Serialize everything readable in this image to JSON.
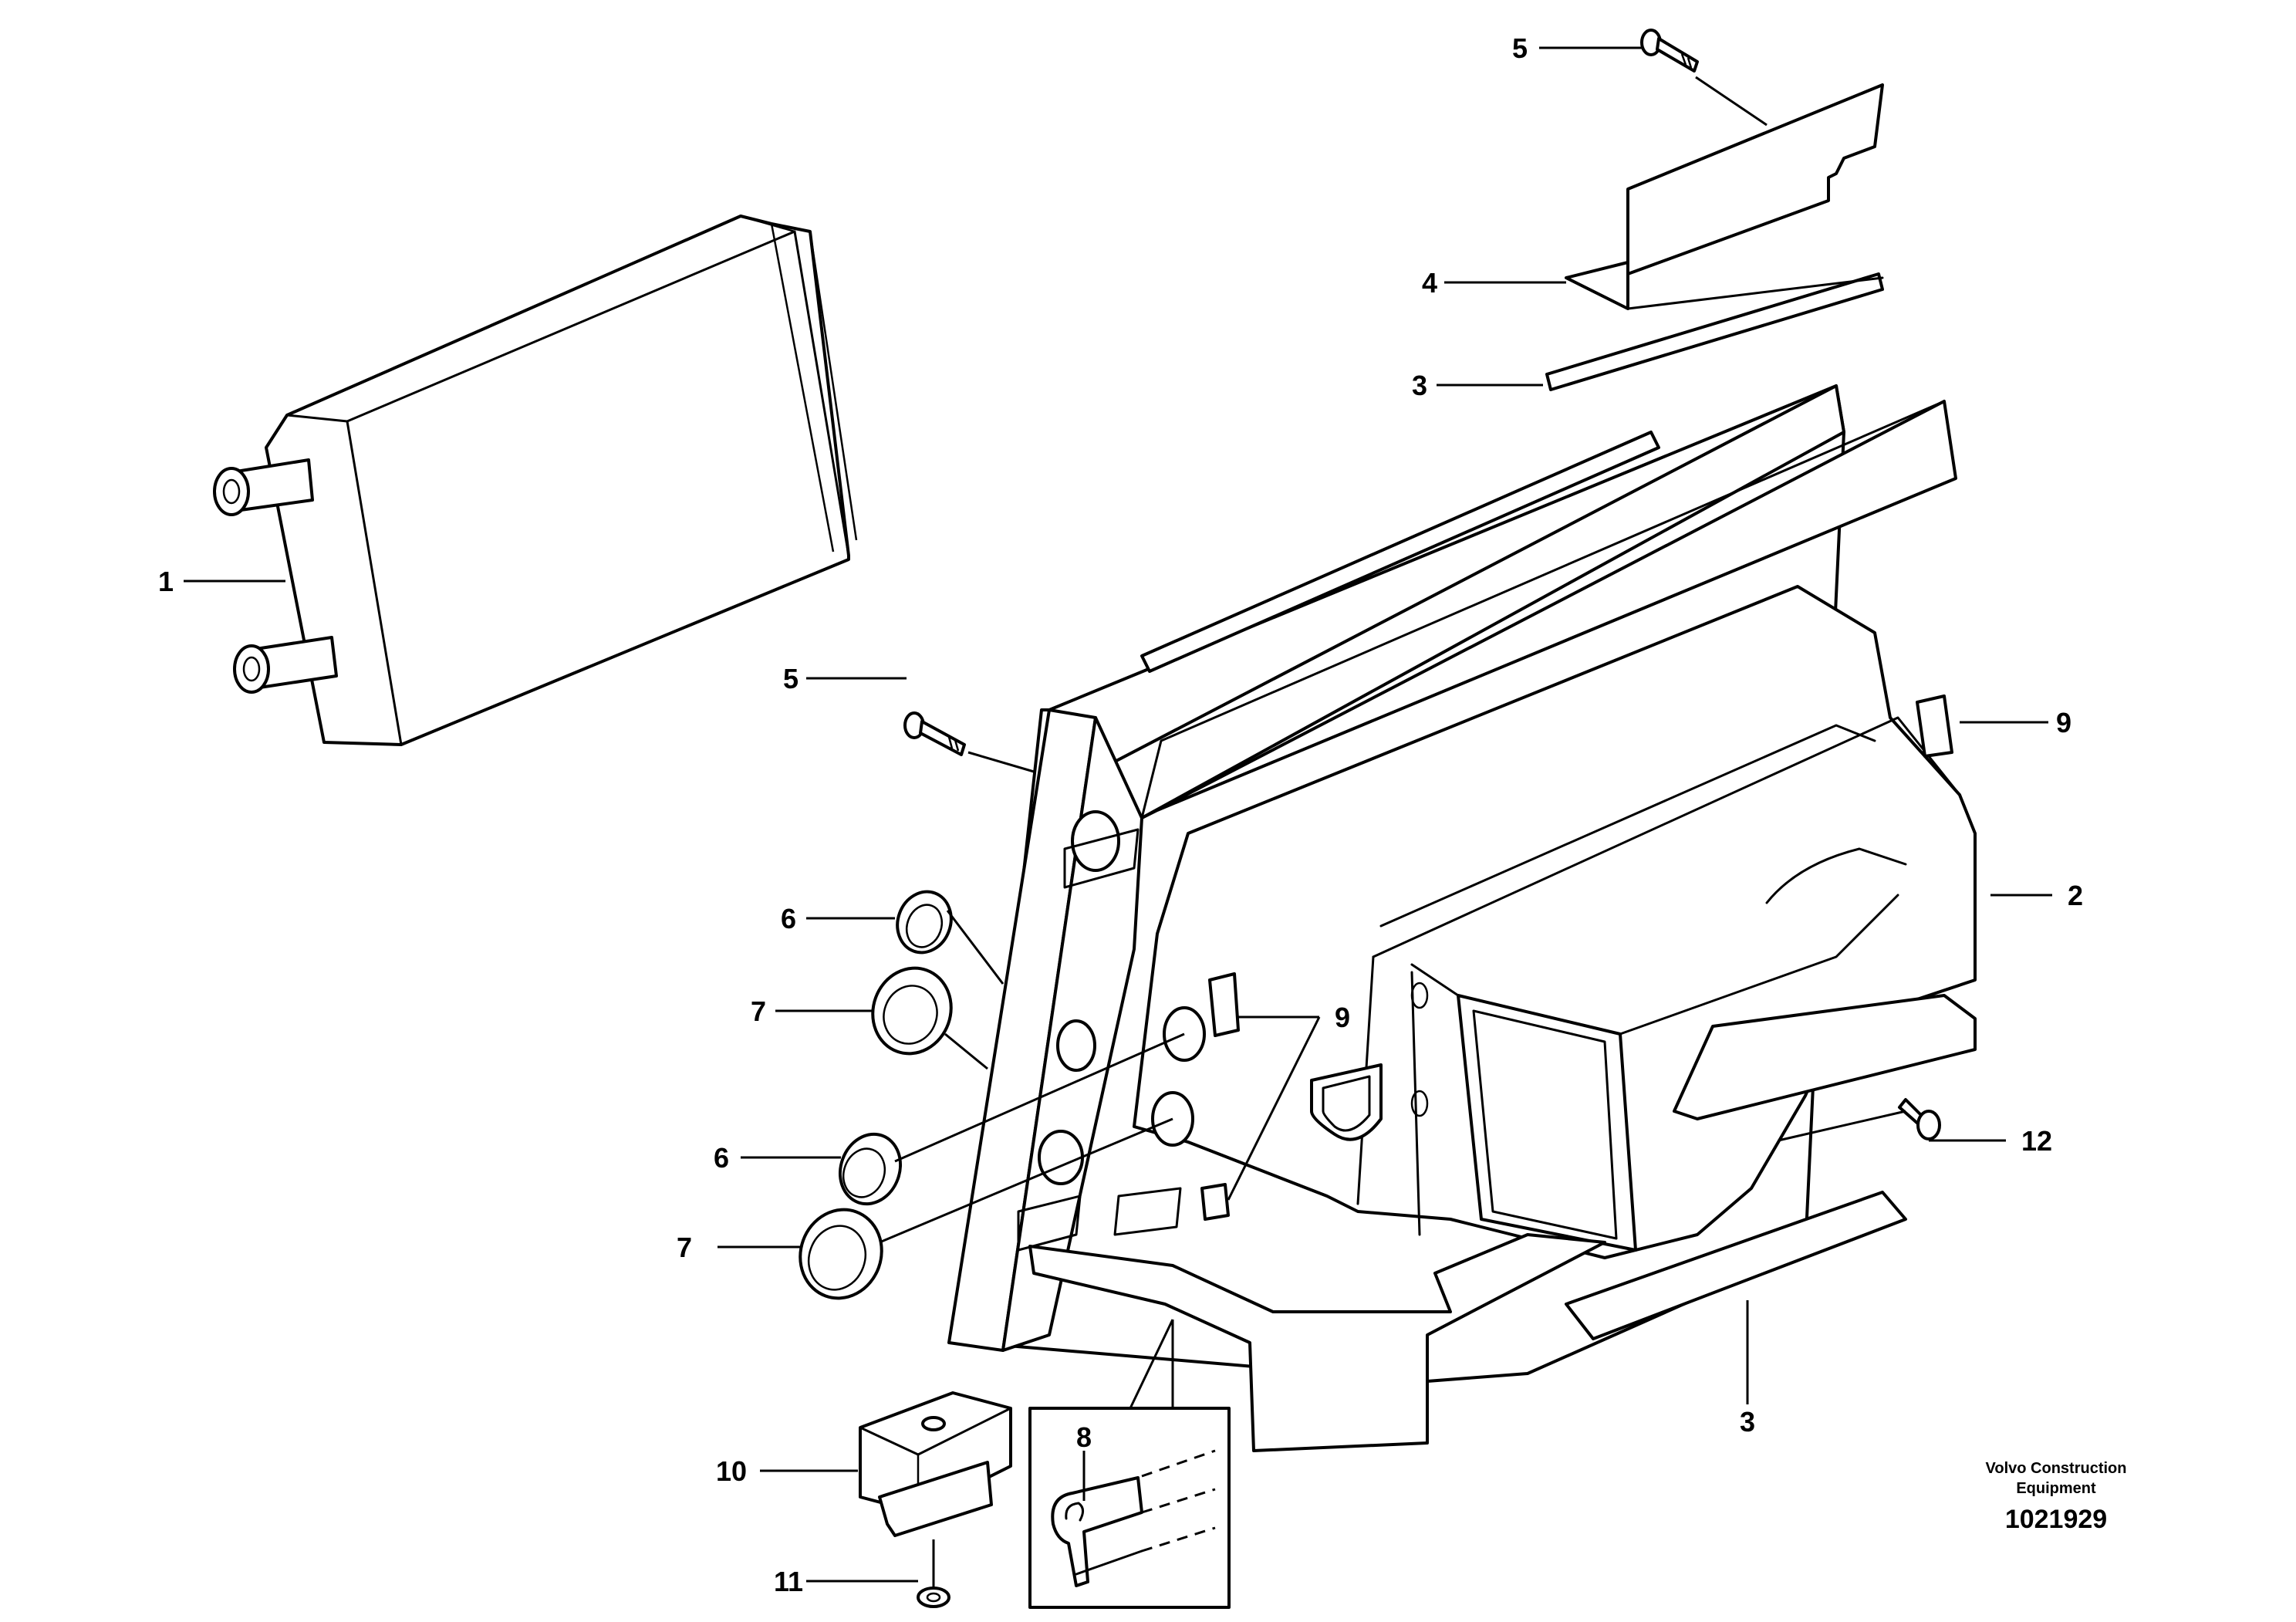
{
  "callouts": {
    "c1": "1",
    "c2": "2",
    "c3_top": "3",
    "c3_bottom": "3",
    "c4": "4",
    "c5_top": "5",
    "c5_mid": "5",
    "c6_upper": "6",
    "c6_lower": "6",
    "c7_upper": "7",
    "c7_lower": "7",
    "c8": "8",
    "c9_right": "9",
    "c9_center": "9",
    "c10": "10",
    "c11": "11",
    "c12": "12"
  },
  "footer": {
    "brand_line1": "Volvo Construction",
    "brand_line2": "Equipment",
    "doc_number": "1021929"
  }
}
